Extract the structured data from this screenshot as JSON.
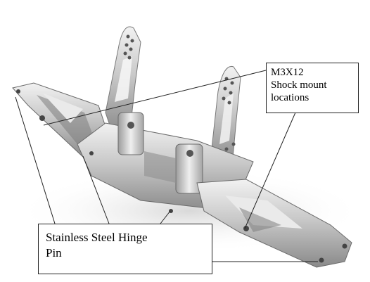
{
  "callouts": {
    "shock_mount": {
      "line1": "M3X12",
      "line2": "Shock mount",
      "line3": "locations"
    },
    "hinge_pin": {
      "line1": "Stainless Steel Hinge",
      "line2": "Pin"
    }
  },
  "colors": {
    "background": "#ffffff",
    "aluminum_light": "#e6e6e6",
    "aluminum_mid": "#b7b7b7",
    "aluminum_dark": "#6d6d6d",
    "shadow": "#cfcfcf",
    "label_border": "#222222"
  }
}
